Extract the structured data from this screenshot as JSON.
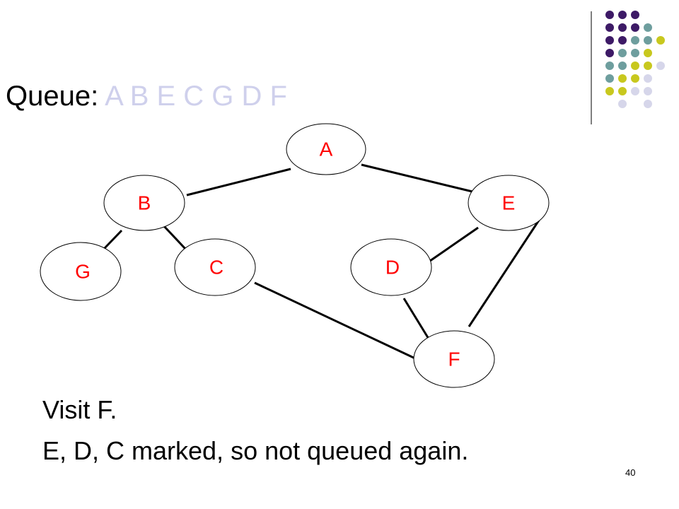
{
  "queue": {
    "label": "Queue:",
    "items": "A B E C G D F"
  },
  "graph": {
    "nodes": [
      {
        "id": "A",
        "label": "A"
      },
      {
        "id": "B",
        "label": "B"
      },
      {
        "id": "E",
        "label": "E"
      },
      {
        "id": "G",
        "label": "G"
      },
      {
        "id": "C",
        "label": "C"
      },
      {
        "id": "D",
        "label": "D"
      },
      {
        "id": "F",
        "label": "F"
      }
    ],
    "edges": [
      [
        "A",
        "B"
      ],
      [
        "A",
        "E"
      ],
      [
        "B",
        "G"
      ],
      [
        "B",
        "C"
      ],
      [
        "E",
        "D"
      ],
      [
        "E",
        "F"
      ],
      [
        "C",
        "F"
      ],
      [
        "D",
        "F"
      ]
    ],
    "node_label_color": "#ff0000"
  },
  "captions": {
    "line1": "Visit F.",
    "line2": "E, D, C marked, so not queued again."
  },
  "page_number": "40",
  "colors": {
    "purple": "#3d1a66",
    "teal": "#6e9e9e",
    "yellow": "#c8c81e",
    "lavender": "#d6d6ea"
  }
}
